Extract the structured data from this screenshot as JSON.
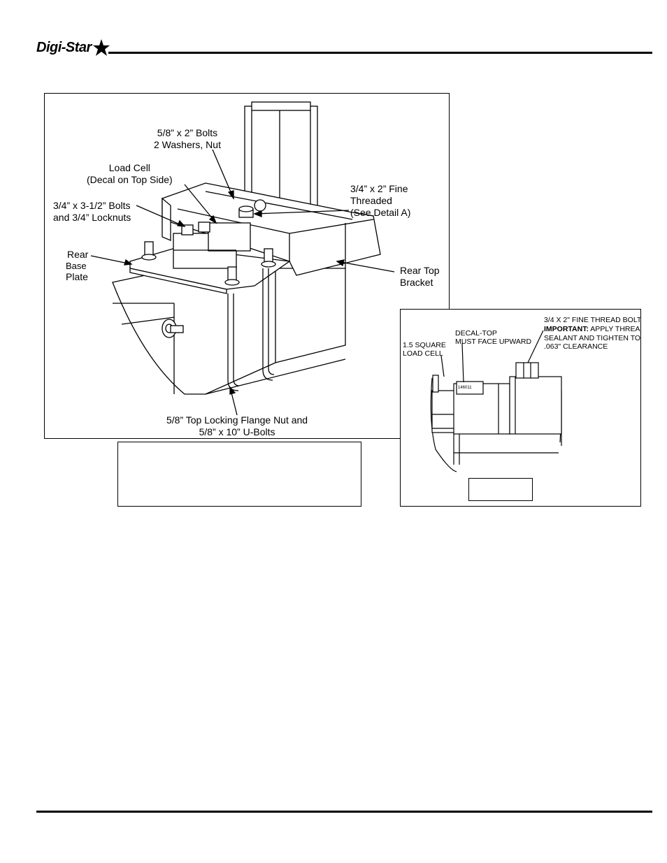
{
  "header": {
    "logo_text": "Digi-Star",
    "logo_icon": "star-icon"
  },
  "main_figure": {
    "callouts": {
      "bolts_58": "5/8” x 2” Bolts\n2 Washers, Nut",
      "load_cell": "Load Cell\n(Decal on Top Side)",
      "fine_threaded": "3/4” x 2” Fine\nThreaded\n(See Detail A)",
      "bolts_34": "3/4” x 3-1/2” Bolts\nand 3/4” Locknuts",
      "rear_base_plate_1": "Rear",
      "rear_base_plate_2": "Base",
      "rear_base_plate_3": "Plate",
      "rear_top_bracket": "Rear Top\nBracket",
      "u_bolts": "5/8” Top Locking Flange Nut and\n5/8” x 10” U-Bolts"
    },
    "caption": ""
  },
  "detail_figure": {
    "callouts": {
      "square_load_cell": "1.5 SQUARE\nLOAD CELL",
      "decal_top": "DECAL-TOP\nMUST FACE UPWARD",
      "thread_bolt": "3/4 X 2\" FINE THREAD BOLT",
      "important_label": "IMPORTANT:",
      "important_text": " APPLY THREAD",
      "sealant": "SEALANT AND TIGHTEN TO\n.063\" CLEARANCE",
      "decal_number": "146011"
    },
    "caption": ""
  }
}
